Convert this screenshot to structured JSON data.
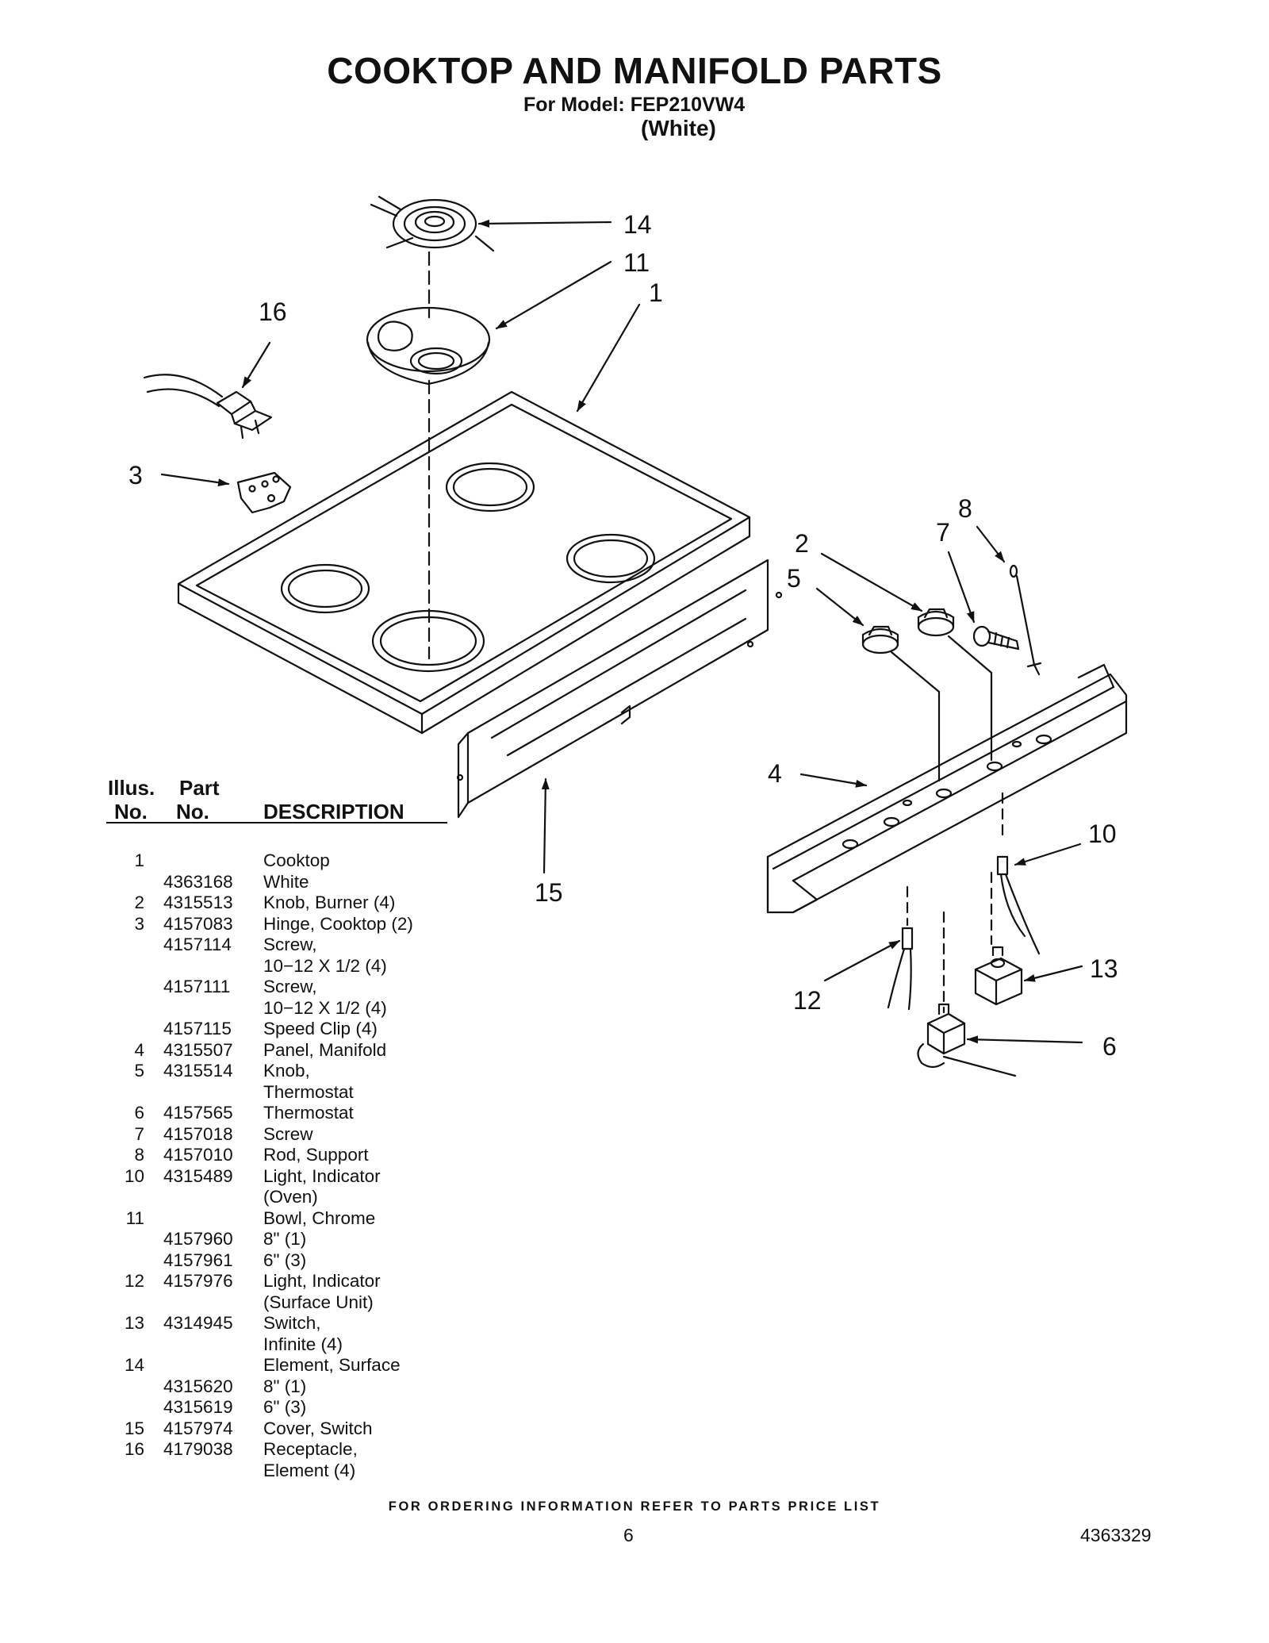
{
  "header": {
    "title": "COOKTOP AND MANIFOLD PARTS",
    "model_line": "For Model: FEP210VW4",
    "color_line": "(White)"
  },
  "callouts": [
    "14",
    "11",
    "1",
    "16",
    "3",
    "8",
    "7",
    "2",
    "5",
    "4",
    "10",
    "15",
    "13",
    "12",
    "6"
  ],
  "table": {
    "header_illus": "Illus.",
    "header_no": "No.",
    "header_part": "Part",
    "header_part_no": "No.",
    "header_description": "DESCRIPTION",
    "rows": [
      {
        "illus": "1",
        "part": "",
        "desc": "Cooktop"
      },
      {
        "illus": "",
        "part": "4363168",
        "desc": "White"
      },
      {
        "illus": "2",
        "part": "4315513",
        "desc": "Knob, Burner (4)"
      },
      {
        "illus": "3",
        "part": "4157083",
        "desc": "Hinge, Cooktop (2)"
      },
      {
        "illus": "",
        "part": "4157114",
        "desc": "Screw,"
      },
      {
        "illus": "",
        "part": "",
        "desc": "10−12 X 1/2 (4)"
      },
      {
        "illus": "",
        "part": "4157111",
        "desc": "Screw,"
      },
      {
        "illus": "",
        "part": "",
        "desc": "10−12 X 1/2 (4)"
      },
      {
        "illus": "",
        "part": "4157115",
        "desc": "Speed Clip (4)"
      },
      {
        "illus": "4",
        "part": "4315507",
        "desc": "Panel, Manifold"
      },
      {
        "illus": "5",
        "part": "4315514",
        "desc": "Knob,"
      },
      {
        "illus": "",
        "part": "",
        "desc": "Thermostat"
      },
      {
        "illus": "6",
        "part": "4157565",
        "desc": "Thermostat"
      },
      {
        "illus": "7",
        "part": "4157018",
        "desc": "Screw"
      },
      {
        "illus": "8",
        "part": "4157010",
        "desc": "Rod, Support"
      },
      {
        "illus": "10",
        "part": "4315489",
        "desc": "Light, Indicator"
      },
      {
        "illus": "",
        "part": "",
        "desc": "(Oven)"
      },
      {
        "illus": "11",
        "part": "",
        "desc": "Bowl, Chrome"
      },
      {
        "illus": "",
        "part": "4157960",
        "desc": "8\" (1)"
      },
      {
        "illus": "",
        "part": "4157961",
        "desc": "6\" (3)"
      },
      {
        "illus": "12",
        "part": "4157976",
        "desc": "Light, Indicator"
      },
      {
        "illus": "",
        "part": "",
        "desc": "(Surface Unit)"
      },
      {
        "illus": "13",
        "part": "4314945",
        "desc": "Switch,"
      },
      {
        "illus": "",
        "part": "",
        "desc": "Infinite (4)"
      },
      {
        "illus": "14",
        "part": "",
        "desc": "Element, Surface"
      },
      {
        "illus": "",
        "part": "4315620",
        "desc": "8\" (1)"
      },
      {
        "illus": "",
        "part": "4315619",
        "desc": "6\" (3)"
      },
      {
        "illus": "15",
        "part": "4157974",
        "desc": "Cover, Switch"
      },
      {
        "illus": "16",
        "part": "4179038",
        "desc": "Receptacle,"
      },
      {
        "illus": "",
        "part": "",
        "desc": "Element (4)"
      }
    ]
  },
  "footer": {
    "ordering_note": "FOR ORDERING INFORMATION REFER TO PARTS PRICE LIST",
    "page_number": "6",
    "document_number": "4363329"
  }
}
